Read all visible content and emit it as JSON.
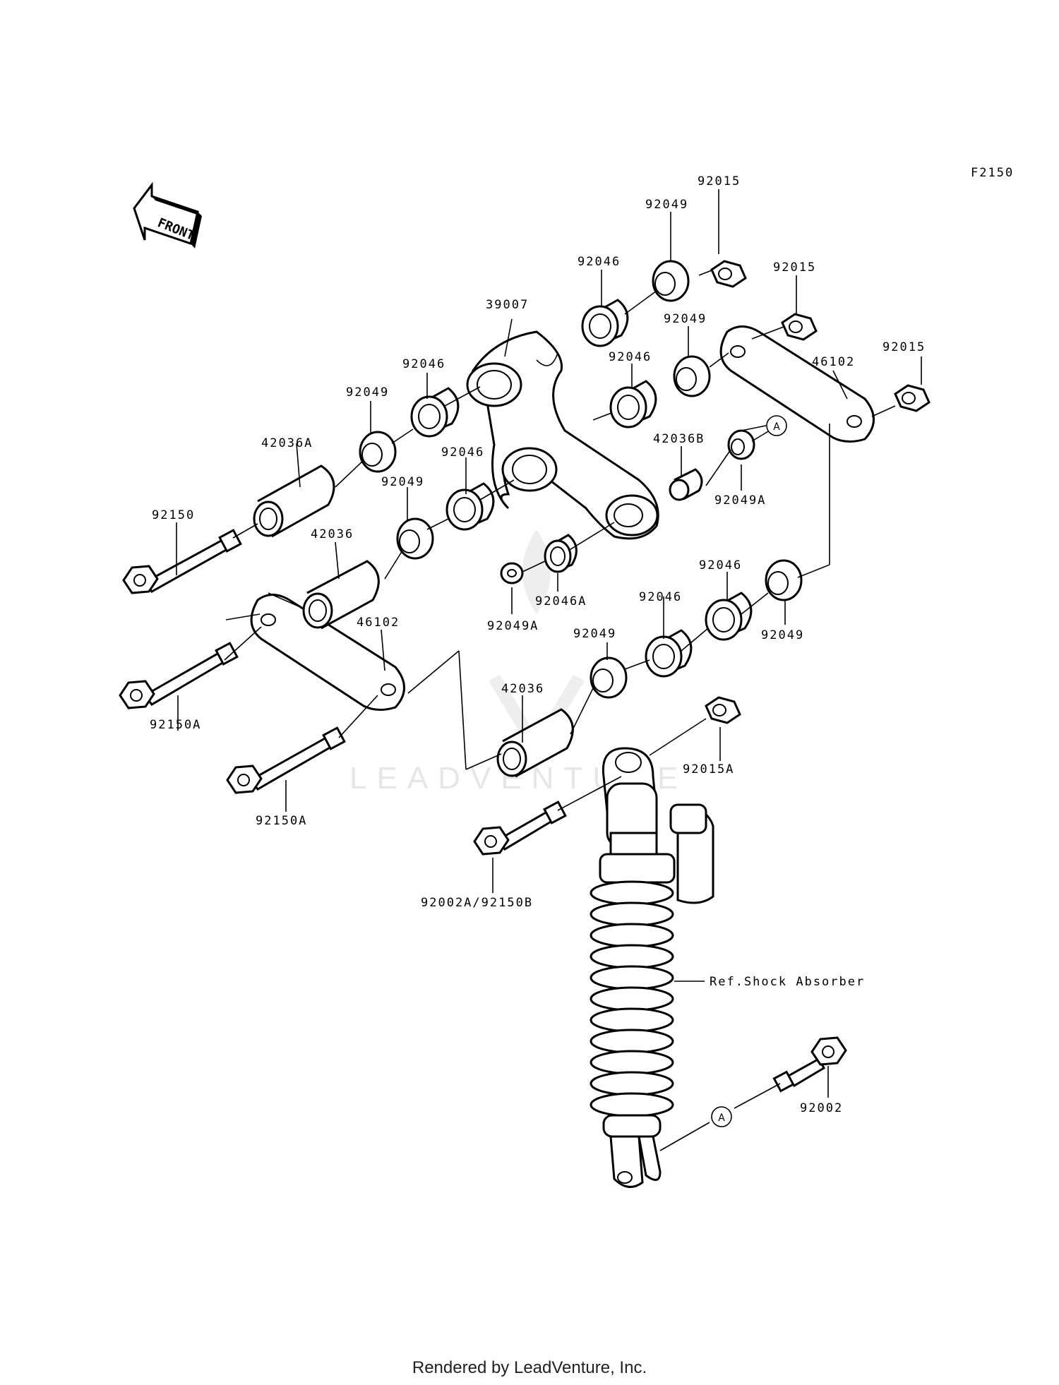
{
  "diagram_code": "F2150",
  "front_label": "FRONT",
  "watermark": "LEADVENTURE",
  "footer": "Rendered by LeadVenture, Inc.",
  "reference_label": "Ref.Shock Absorber",
  "callout_marker": "A",
  "part_labels": {
    "p39007": "39007",
    "p92015_top": "92015",
    "p92049_top": "92049",
    "p92046_top": "92046",
    "p92015_mid": "92015",
    "p92049_mid": "92049",
    "p92046_mid": "92046",
    "p92015_right": "92015",
    "p46102_right": "46102",
    "p92046_left": "92046",
    "p92049_left": "92049",
    "p42036A": "42036A",
    "p92046_center": "92046",
    "p92049_center": "92049",
    "p42036B": "42036B",
    "p92049A_right": "92049A",
    "p92150": "92150",
    "p42036_upper": "42036",
    "p92049A_left": "92049A",
    "p92046A": "92046A",
    "p46102_left": "46102",
    "p92046_r2": "92046",
    "p92046_r3": "92046",
    "p92049_r2": "92049",
    "p92049_low": "92049",
    "p42036_low": "42036",
    "p92150A_1": "92150A",
    "p92150A_2": "92150A",
    "p92015A": "92015A",
    "p92002A_92150B": "92002A/92150B",
    "p92002": "92002"
  }
}
